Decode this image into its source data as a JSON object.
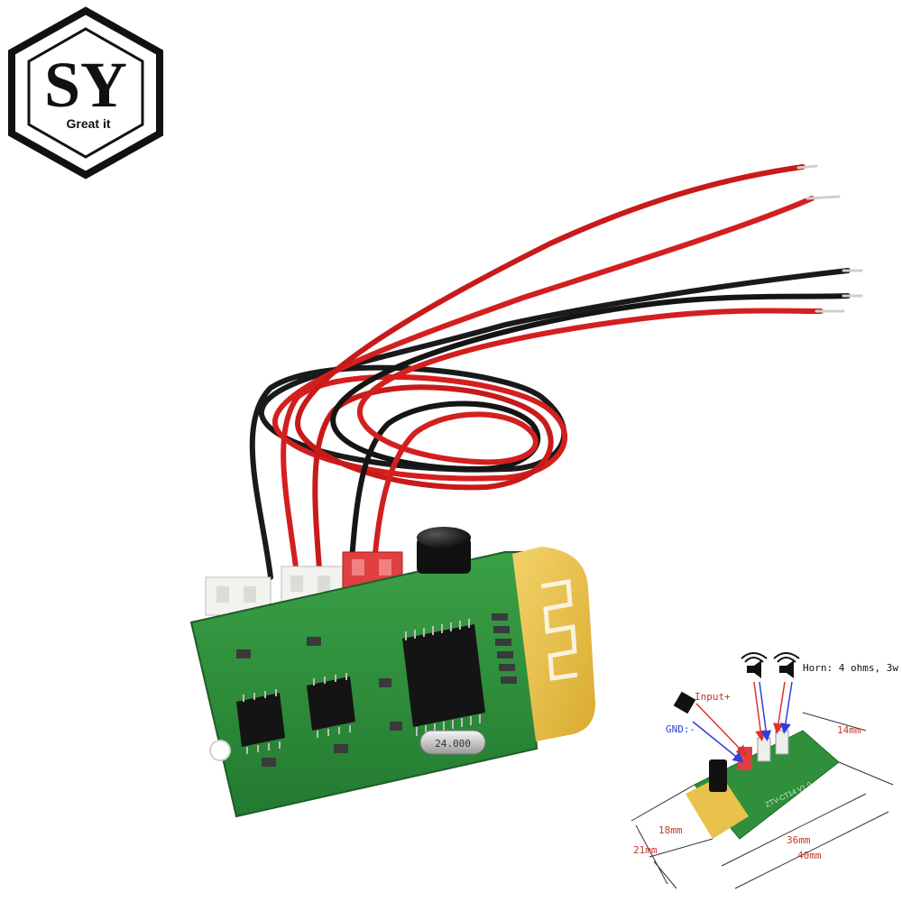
{
  "logo": {
    "letters": "SY",
    "tagline": "Great it",
    "color": "#111111"
  },
  "product": {
    "crystal_marking": "24.000",
    "colors": {
      "pcb": "#2f8f3a",
      "pcb_dark": "#1f6b2a",
      "antenna": "#e8c24a",
      "wire_red": "#d41f1f",
      "wire_black": "#1a1a1a",
      "connector_white": "#f2f2ee",
      "connector_red": "#e04040"
    }
  },
  "diagram": {
    "horn_label": "Horn: 4 ohms, 3w",
    "input_label": "Input+",
    "gnd_label": "GND:-",
    "board_marking": "ZTV-CT14 V1.0",
    "dimensions": {
      "width_14": "14mm",
      "height_18": "18mm",
      "height_21": "21mm",
      "length_36": "36mm",
      "length_40": "40mm"
    },
    "colors": {
      "dim_text": "#c0392b",
      "gnd_text": "#2b3fd6",
      "arrow_red": "#e03030",
      "arrow_blue": "#3040e0"
    }
  }
}
